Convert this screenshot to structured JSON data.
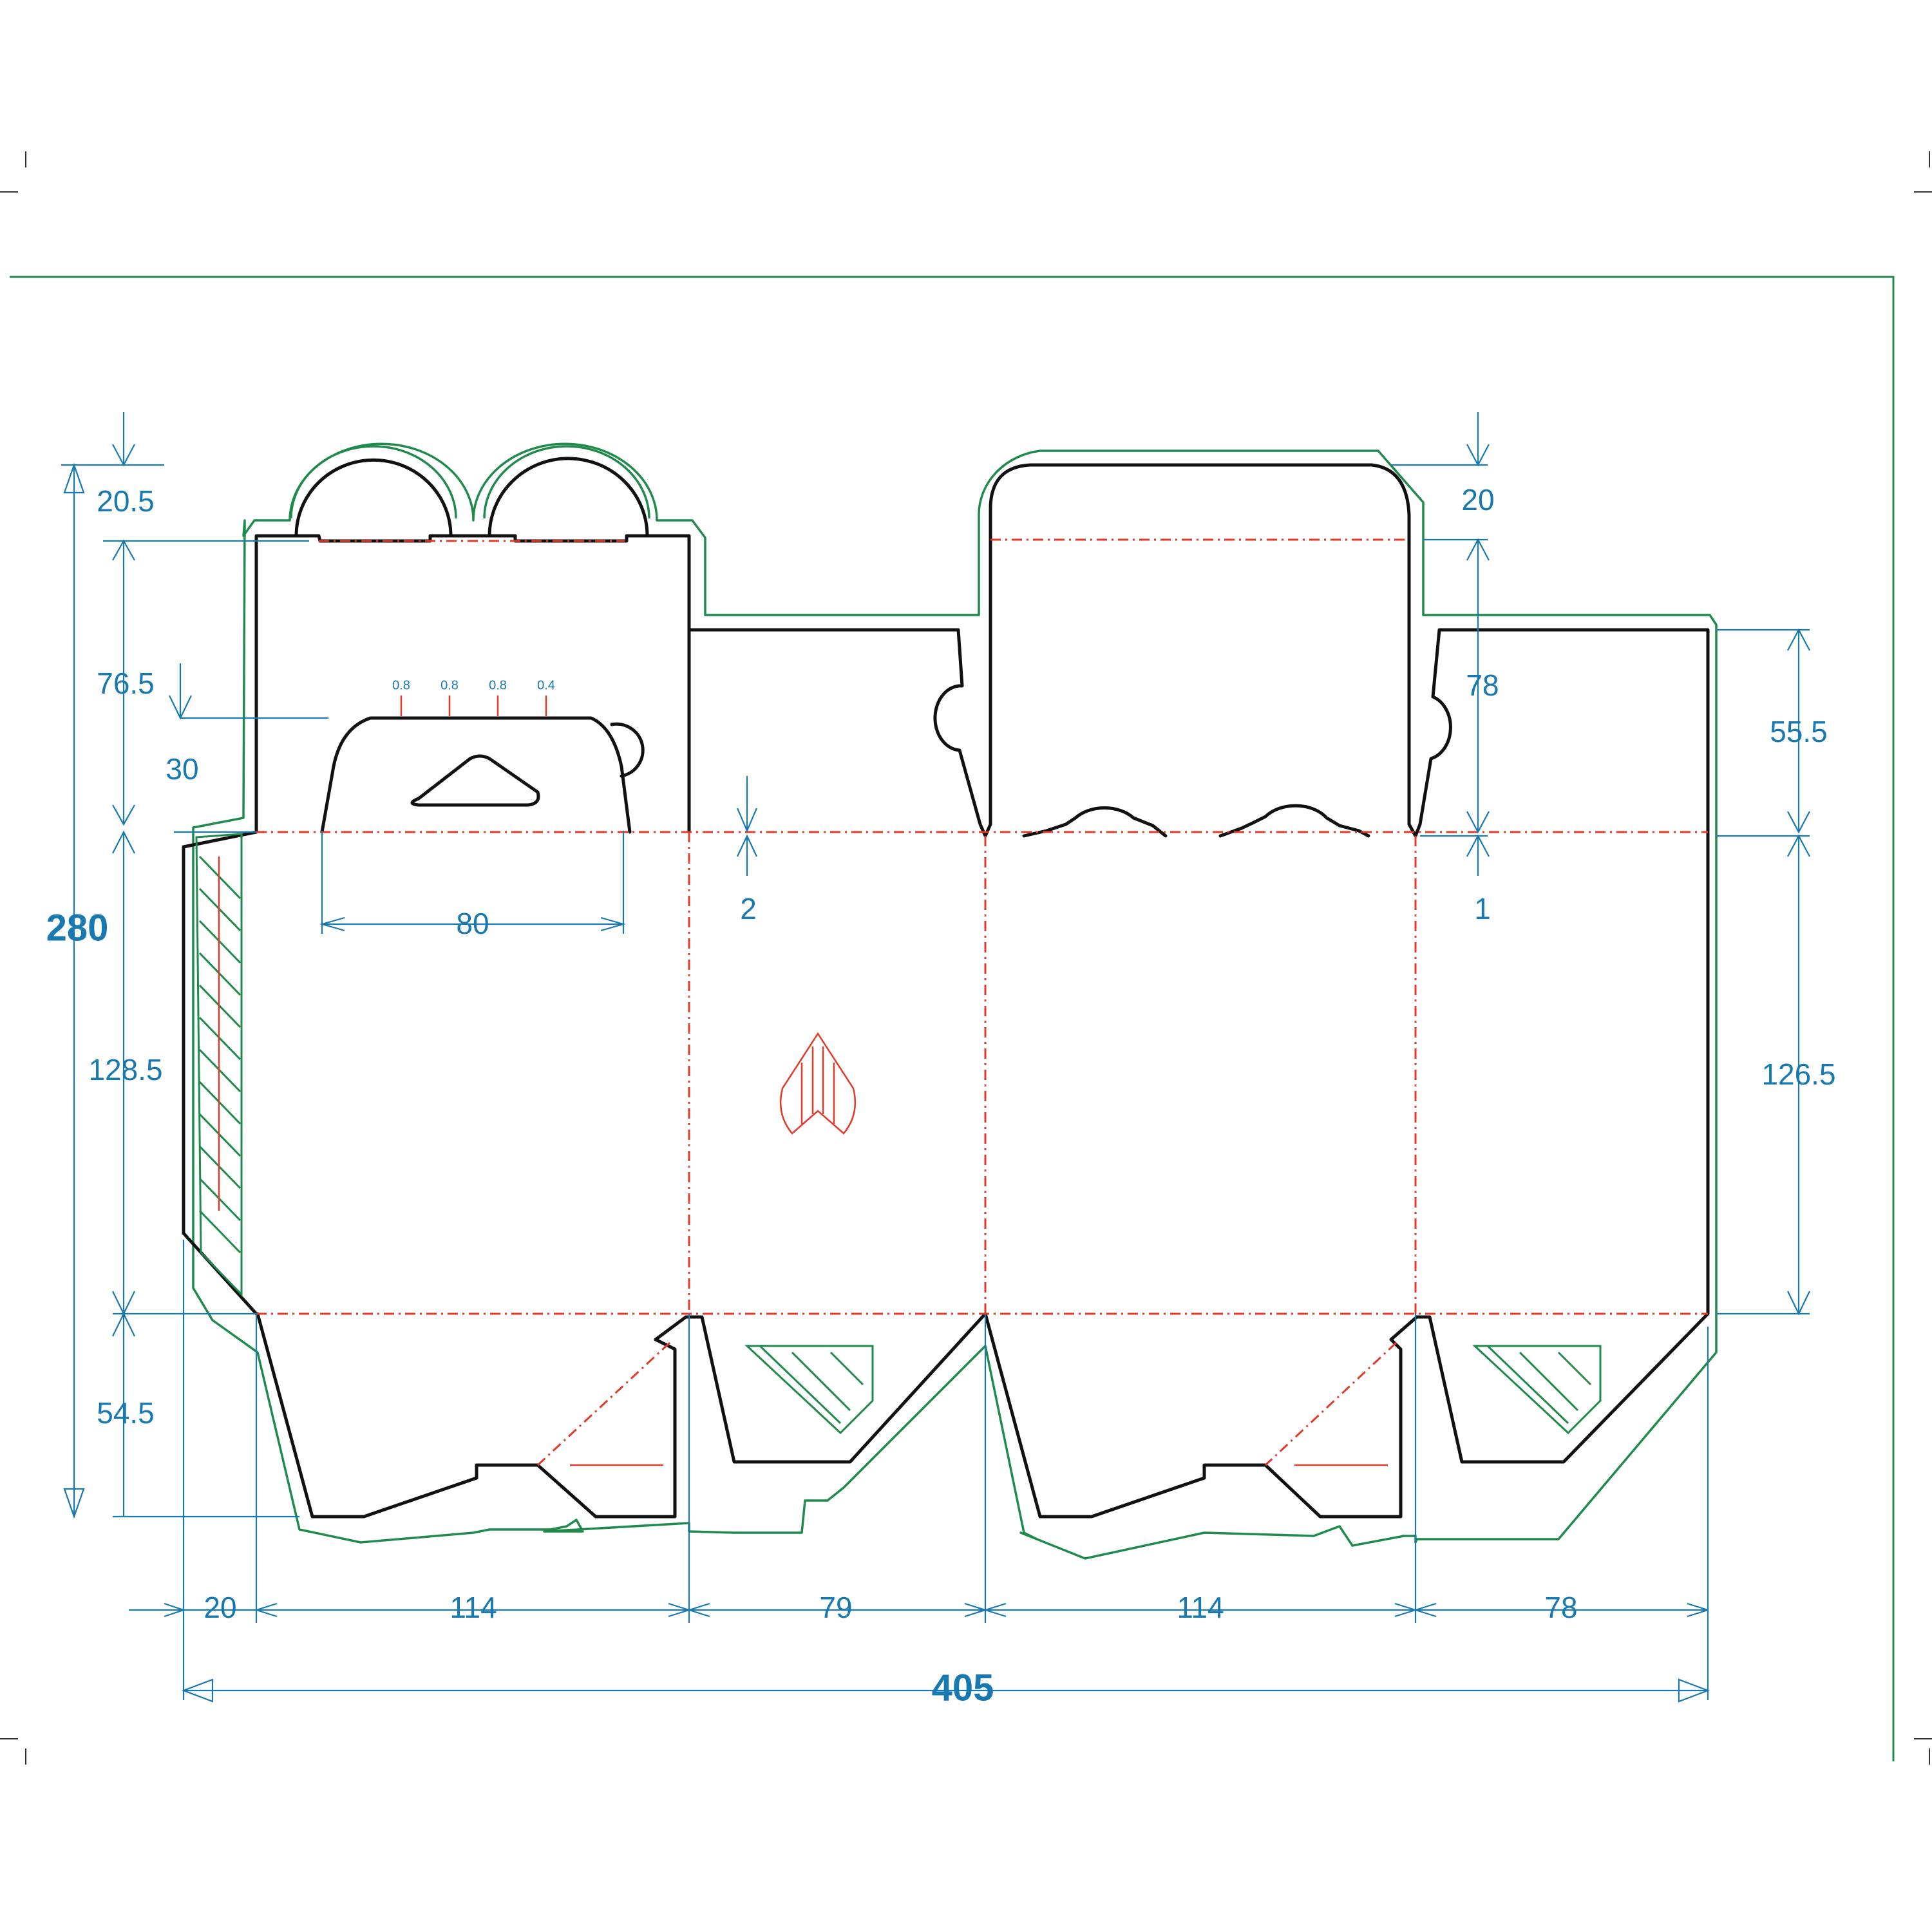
{
  "diagram": {
    "colors": {
      "cut": "#111111",
      "bleed": "#1f8a4c",
      "fold": "#e03a2a",
      "dimension": "#1878b0"
    },
    "dimensions": {
      "total_height": "280",
      "total_width": "405",
      "top_tab_height": "20.5",
      "top_panel_height": "76.5",
      "hanger_offset": "30",
      "body_height_left": "128.5",
      "bottom_height": "54.5",
      "glue_flap_width": "20",
      "panel_a_width": "114",
      "panel_b_width": "79",
      "panel_c_width": "114",
      "panel_d_width": "78",
      "hanger_width": "80",
      "gap_left": "2",
      "lid_tab_height": "20",
      "lid_height": "78",
      "gap_right": "1",
      "side_flap_height": "55.5",
      "body_height_right": "126.5"
    },
    "scoring_marks": [
      "0.8",
      "0.8",
      "0.8",
      "0.4"
    ]
  }
}
